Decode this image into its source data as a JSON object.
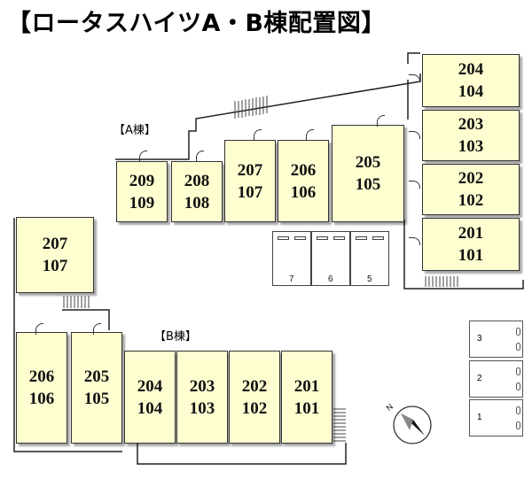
{
  "title": "【ロータスハイツA・B棟配置図】",
  "building_a": {
    "label": "【A棟】",
    "units": [
      {
        "upper": "209",
        "lower": "109"
      },
      {
        "upper": "208",
        "lower": "108"
      },
      {
        "upper": "207",
        "lower": "107"
      },
      {
        "upper": "206",
        "lower": "106"
      },
      {
        "upper": "205",
        "lower": "105"
      },
      {
        "upper": "204",
        "lower": "104"
      },
      {
        "upper": "203",
        "lower": "103"
      },
      {
        "upper": "202",
        "lower": "102"
      },
      {
        "upper": "201",
        "lower": "101"
      }
    ]
  },
  "building_b": {
    "label": "【B棟】",
    "units": [
      {
        "upper": "207",
        "lower": "107"
      },
      {
        "upper": "206",
        "lower": "106"
      },
      {
        "upper": "205",
        "lower": "105"
      },
      {
        "upper": "204",
        "lower": "104"
      },
      {
        "upper": "203",
        "lower": "103"
      },
      {
        "upper": "202",
        "lower": "102"
      },
      {
        "upper": "201",
        "lower": "101"
      }
    ]
  },
  "parking": [
    "7",
    "6",
    "5"
  ],
  "bike_parking": [
    "3",
    "2",
    "1"
  ],
  "compass": {
    "label": "N",
    "icon": "north-arrow-icon"
  }
}
